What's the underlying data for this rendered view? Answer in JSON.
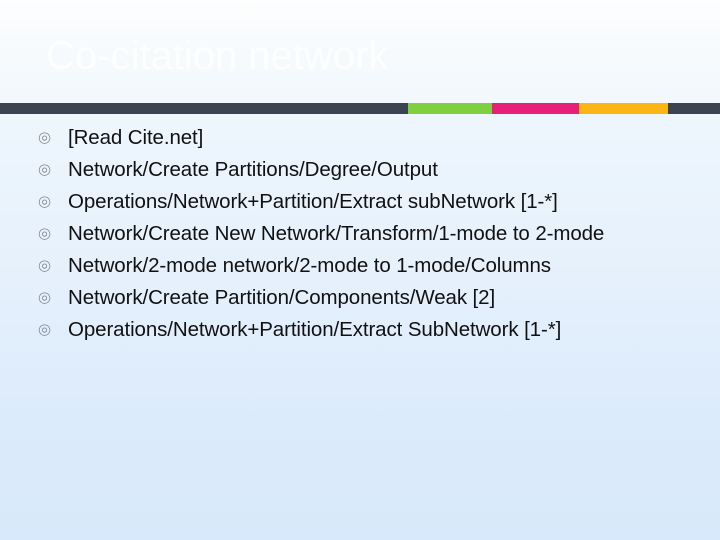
{
  "slide": {
    "title": "Co-citation network",
    "bullet_glyph": "◎",
    "bullets": [
      "[Read Cite.net]",
      "Network/Create Partitions/Degree/Output",
      "Operations/Network+Partition/Extract subNetwork [1-*]",
      "Network/Create New Network/Transform/1-mode to 2-mode",
      "Network/2-mode network/2-mode to 1-mode/Columns",
      "Network/Create Partition/Components/Weak [2]",
      "Operations/Network+Partition/Extract SubNetwork [1-*]"
    ]
  },
  "divider": {
    "base_color": "#3a4452",
    "segments": [
      {
        "name": "green",
        "color": "#7ed03e"
      },
      {
        "name": "pink",
        "color": "#e81f7a"
      },
      {
        "name": "orange",
        "color": "#fbb615"
      }
    ]
  },
  "theme": {
    "title_color": "#fdfefe",
    "body_text_color": "#111111",
    "bullet_color": "#8a8f96",
    "background_top": "#fdfefe",
    "background_bottom": "#d8e9fb"
  }
}
